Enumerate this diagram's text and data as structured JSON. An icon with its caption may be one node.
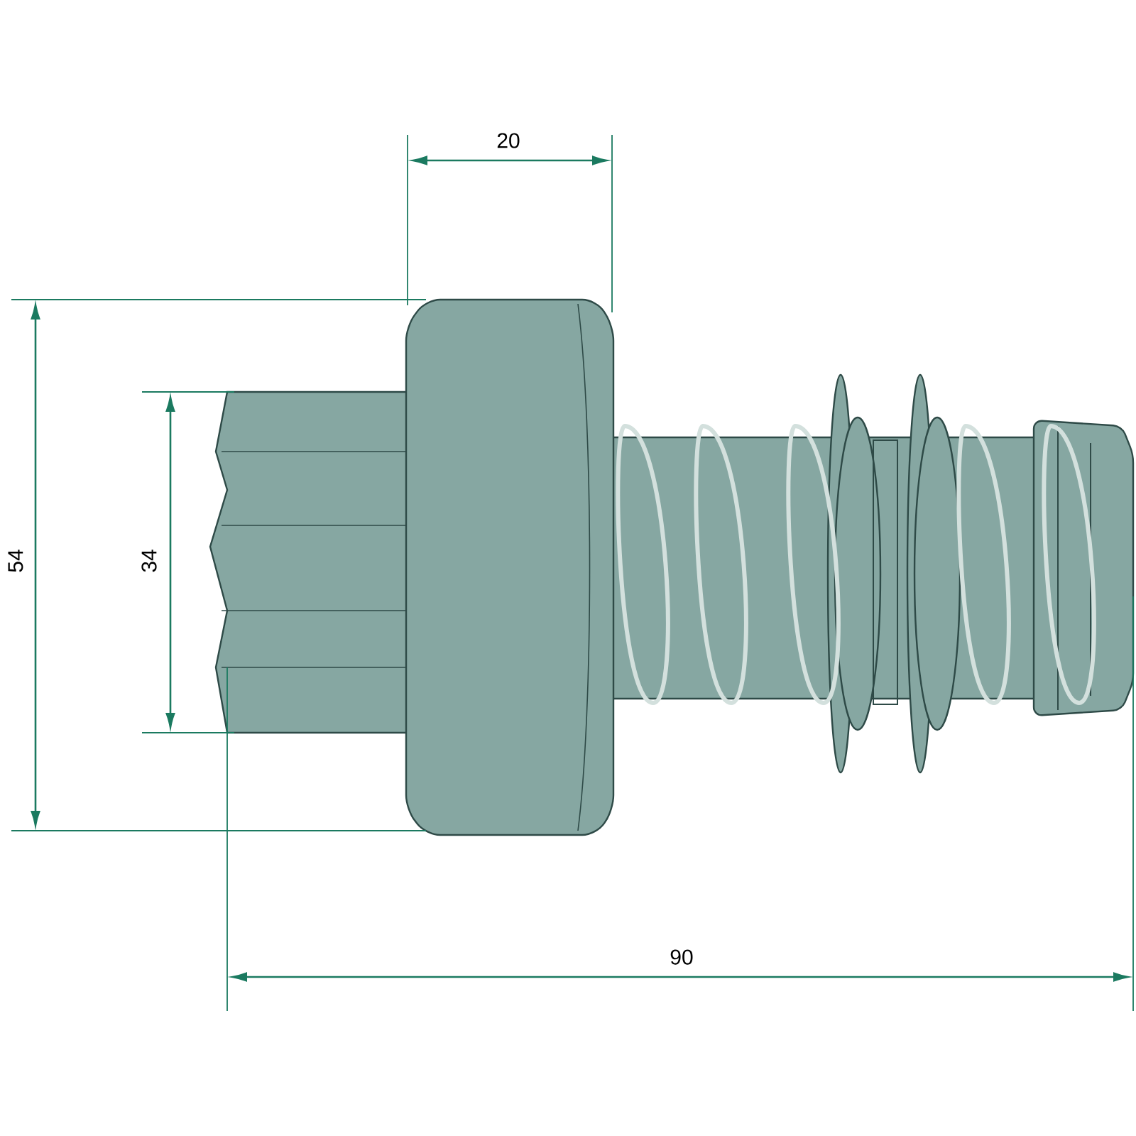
{
  "diagram": {
    "labels": [
      "20",
      "54",
      "34",
      "90"
    ]
  }
}
